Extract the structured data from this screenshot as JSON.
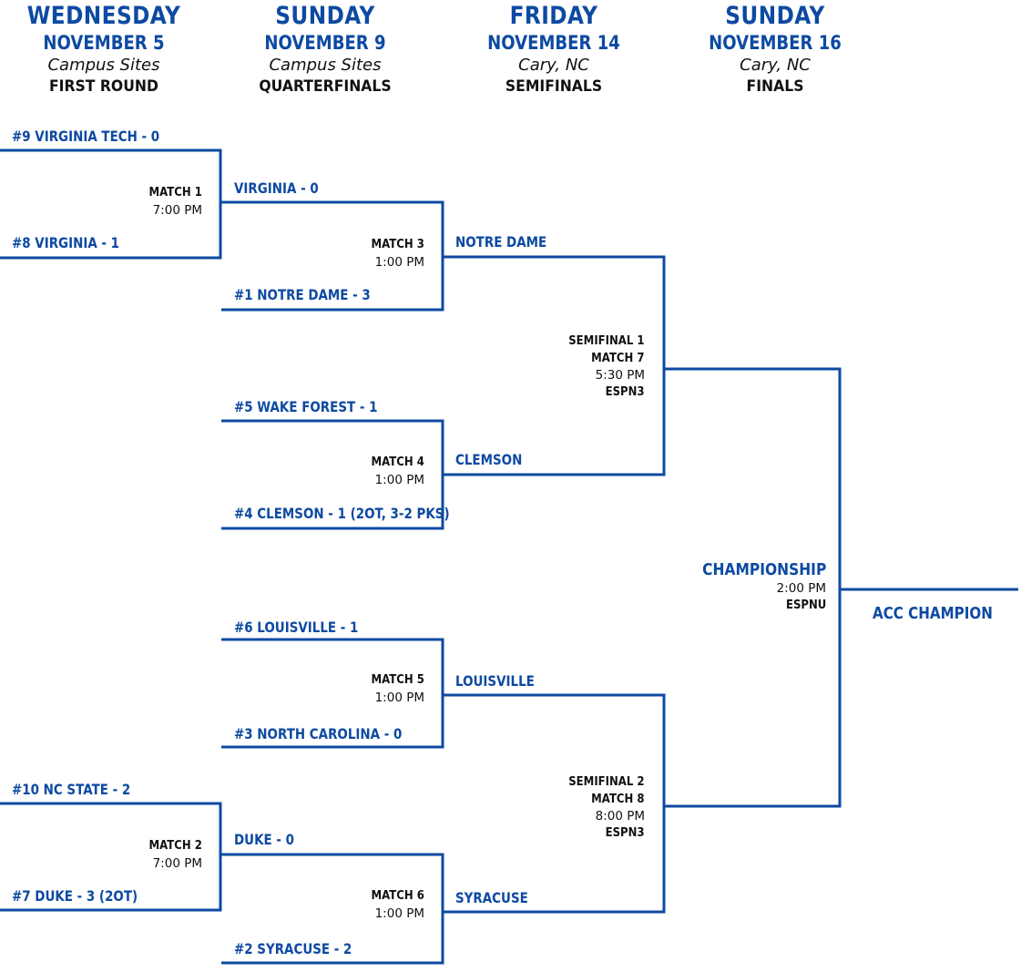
{
  "headers": [
    {
      "day": "WEDNESDAY",
      "date": "NOVEMBER 5",
      "site": "Campus Sites",
      "round": "FIRST ROUND"
    },
    {
      "day": "SUNDAY",
      "date": "NOVEMBER 9",
      "site": "Campus Sites",
      "round": "QUARTERFINALS"
    },
    {
      "day": "FRIDAY",
      "date": "NOVEMBER 14",
      "site": "Cary, NC",
      "round": "SEMIFINALS"
    },
    {
      "day": "SUNDAY",
      "date": "NOVEMBER 16",
      "site": "Cary, NC",
      "round": "FINALS"
    }
  ],
  "first_round": {
    "match1": {
      "top": "#9 VIRGINIA TECH - 0",
      "bottom": "#8 VIRGINIA - 1",
      "label": "MATCH 1",
      "time": "7:00 PM"
    },
    "match2": {
      "top": "#10 NC STATE - 2",
      "bottom": "#7 DUKE - 3 (2OT)",
      "label": "MATCH 2",
      "time": "7:00 PM"
    }
  },
  "quarterfinals": {
    "match3": {
      "top": "VIRGINIA - 0",
      "bottom": "#1 NOTRE DAME - 3",
      "label": "MATCH 3",
      "time": "1:00 PM"
    },
    "match4": {
      "top": "#5 WAKE FOREST - 1",
      "bottom": "#4 CLEMSON - 1 (2OT, 3-2 PKS)",
      "label": "MATCH 4",
      "time": "1:00 PM"
    },
    "match5": {
      "top": "#6 LOUISVILLE - 1",
      "bottom": "#3 NORTH CAROLINA - 0",
      "label": "MATCH 5",
      "time": "1:00 PM"
    },
    "match6": {
      "top": "DUKE - 0",
      "bottom": "#2 SYRACUSE - 2",
      "label": "MATCH 6",
      "time": "1:00 PM"
    }
  },
  "semifinals": {
    "semi1": {
      "top": "NOTRE DAME",
      "bottom": "CLEMSON",
      "title": "SEMIFINAL 1",
      "label": "MATCH 7",
      "time": "5:30 PM",
      "tv": "ESPN3"
    },
    "semi2": {
      "top": "LOUISVILLE",
      "bottom": "SYRACUSE",
      "title": "SEMIFINAL 2",
      "label": "MATCH 8",
      "time": "8:00 PM",
      "tv": "ESPN3"
    }
  },
  "final": {
    "title": "CHAMPIONSHIP",
    "time": "2:00 PM",
    "tv": "ESPNU",
    "winner": "ACC CHAMPION"
  },
  "colors": {
    "brand_blue": "#0d4aa2",
    "text_dark": "#111111"
  }
}
